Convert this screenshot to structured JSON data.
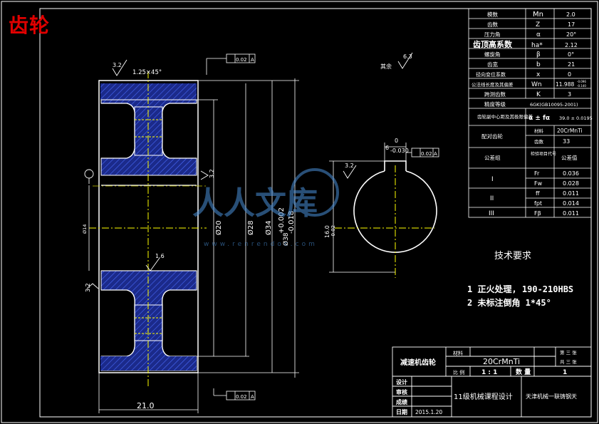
{
  "header": {
    "title": "齿轮"
  },
  "params_table": {
    "rows": [
      {
        "label": "模数",
        "symbol": "Mn",
        "value": "2.0"
      },
      {
        "label": "齿数",
        "symbol": "Z",
        "value": "17"
      },
      {
        "label": "压力角",
        "symbol": "α",
        "value": "20°"
      },
      {
        "label": "齿顶高系数",
        "symbol": "ha*",
        "value": "2.12"
      },
      {
        "label": "螺旋角",
        "symbol": "β",
        "value": "0°"
      },
      {
        "label": "齿宽",
        "symbol": "b",
        "value": "21"
      },
      {
        "label": "径向变位系数",
        "symbol": "x",
        "value": "0"
      },
      {
        "label": "公法线长度及其偏差",
        "symbol": "Wn",
        "value": "11.988",
        "value_tol_upper": "-0.096",
        "value_tol_lower": "-0.140"
      },
      {
        "label": "跨测齿数",
        "symbol": "K",
        "value": "3"
      },
      {
        "label": "精度等级",
        "value_wide": "6GK(GB10095-2001)"
      }
    ],
    "center": {
      "label": "齿轮副中心距及其极限偏差",
      "symbol": "α ± fα",
      "value": "39.0 ± 0.0195"
    },
    "mate": {
      "label": "配对齿轮",
      "material_label": "材料",
      "material_value": "20CrMnTi",
      "teeth_label": "齿数",
      "teeth_value": "33"
    },
    "groups": {
      "header_group": "公差组",
      "header_item": "检验项目代号",
      "header_value": "公差值",
      "rows": [
        {
          "group": "I",
          "item": "Fr",
          "value": "0.036"
        },
        {
          "group": "",
          "item": "Fw",
          "value": "0.028"
        },
        {
          "group": "II",
          "item": "ff",
          "value": "0.011"
        },
        {
          "group": "",
          "item": "fpt",
          "value": "0.014"
        },
        {
          "group": "III",
          "item": "Fβ",
          "value": "0.011"
        }
      ]
    }
  },
  "dims": {
    "chamfer": "1.25×45°",
    "width": "21.0",
    "d20": "Ø20",
    "d28": "Ø28",
    "d34": "Ø34",
    "d38": "Ø38",
    "tol_up": "+0.002",
    "tol_low": "-0.018",
    "d14": "Ø14",
    "keyway_w": "6",
    "keyway_tol": "-0.030",
    "keyway_tol0": "0",
    "keyway_depth": "16.0",
    "keyway_depth_tol": "-0.02",
    "rough_32": "3.2",
    "rough_16": "1.6",
    "rough_63": "6.3",
    "rough_rest": "其余",
    "tol_frame1": "0.02",
    "tol_frame_ref": "A",
    "tol_frame3": "0.02"
  },
  "tech": {
    "title": "技术要求",
    "items": [
      "1 正火处理, 190-210HBS",
      "2 未标注倒角  1*45°"
    ]
  },
  "title_block": {
    "part_name": "减速机齿轮",
    "material_label": "材料",
    "material": "20CrMnTi",
    "sheet_label": "第 三 张",
    "total_label": "共 三 张",
    "ratio_label": "比 例",
    "ratio": "1 : 1",
    "qty_label": "数 量",
    "qty": "1",
    "design_label": "设计",
    "check_label": "审核",
    "score_label": "成绩",
    "date_label": "日期",
    "date": "2015.1.20",
    "course": "11级机械课程设计",
    "school": "天津机械一联铸钢天"
  },
  "watermark": {
    "text": "人人文库",
    "url": "www.renrendoc.com"
  }
}
